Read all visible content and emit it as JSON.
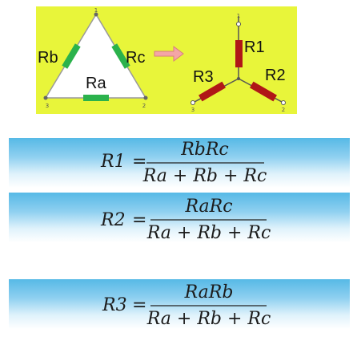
{
  "diagram": {
    "delta": {
      "labels": {
        "rb": "Rb",
        "rc": "Rc",
        "ra": "Ra"
      },
      "nodes": {
        "top": "1",
        "left": "3",
        "right": "2"
      }
    },
    "arrow": "⇒",
    "star": {
      "labels": {
        "r1": "R1",
        "r2": "R2",
        "r3": "R3"
      },
      "nodes": {
        "top": "1",
        "left": "3",
        "right": "2"
      }
    },
    "colors": {
      "background": "#e8f53a",
      "resistor": "#b01717",
      "resistor_delta": "#2bb24c"
    }
  },
  "formulas": [
    {
      "lhs": "R1",
      "eq": "=",
      "numerator": "RbRc",
      "denominator": "Ra + Rb + Rc"
    },
    {
      "lhs": "R2",
      "eq": "=",
      "numerator": "RaRc",
      "denominator": "Ra + Rb + Rc"
    },
    {
      "lhs": "R3",
      "eq": "=",
      "numerator": "RaRb",
      "denominator": "Ra + Rb + Rc"
    }
  ]
}
